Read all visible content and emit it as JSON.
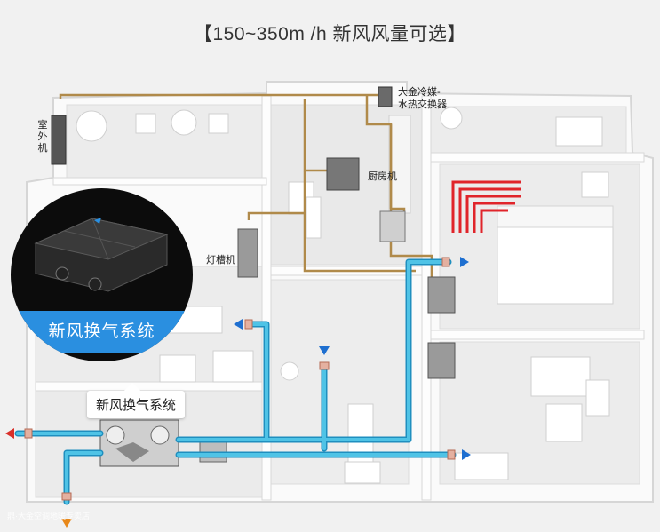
{
  "title": "【150~350m   /h 新风风量可选】",
  "labels": {
    "outdoor_unit": "室外机",
    "exchanger_line1": "大金冷媒-",
    "exchanger_line2": "水热交换器",
    "kitchen_unit": "厨房机",
    "cove_unit": "灯槽机",
    "inset_caption": "新风换气系统",
    "system_label": "新风换气系统",
    "watermark": "鼎·大金空调地暖专卖店"
  },
  "colors": {
    "duct": "#4fc3e6",
    "duct_dark": "#1f8fbf",
    "refrigerant_pipe": "#b08a4a",
    "floor_heating": "#e0242a",
    "accent_blue": "#2a8fe0",
    "arrow_red": "#d9302a",
    "arrow_orange": "#e8881a",
    "arrow_blue": "#1e6fd0"
  }
}
